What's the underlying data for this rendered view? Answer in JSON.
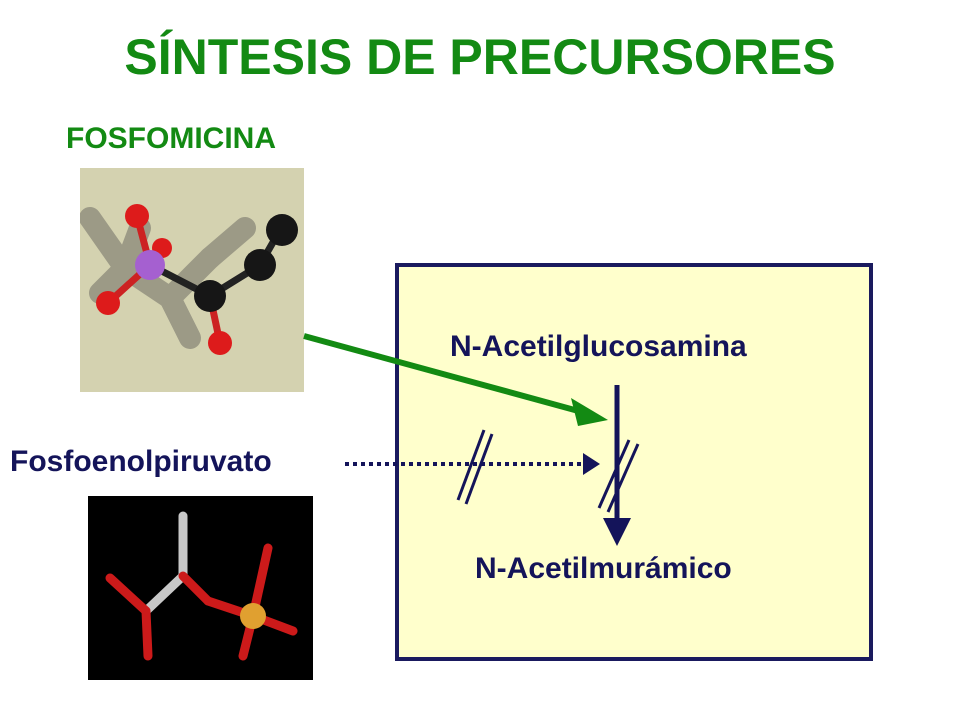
{
  "title": "SÍNTESIS DE PRECURSORES",
  "fosfomicina_label": "FOSFOMICINA",
  "pep_label": "Fosfoenolpiruvato",
  "pathway": {
    "substrate": "N-Acetilglucosamina",
    "product": "N-Acetilmurámico"
  },
  "colors": {
    "title": "#138a13",
    "navy": "#14145a",
    "box_fill": "#ffffcc",
    "inhibitor_arrow": "#138a13"
  },
  "icons": {
    "fosfomicina_model": "ball-and-stick-molecule",
    "pep_model": "ball-and-stick-molecule"
  }
}
